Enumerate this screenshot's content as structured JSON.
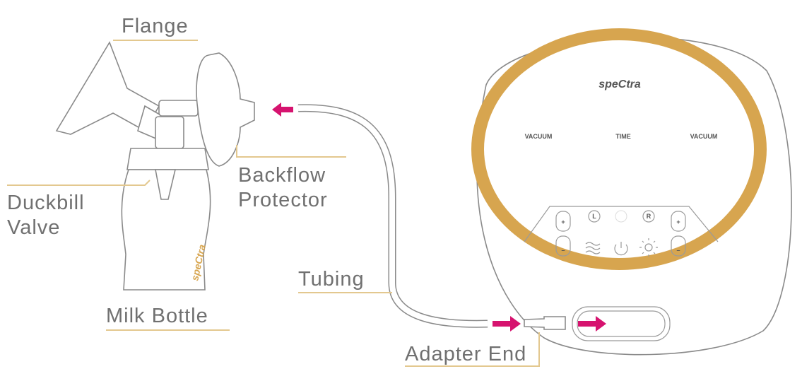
{
  "labels": {
    "flange": "Flange",
    "backflow": [
      "Backflow",
      "Protector"
    ],
    "duckbill": [
      "Duckbill",
      "Valve"
    ],
    "tubing": "Tubing",
    "milk_bottle": "Milk Bottle",
    "adapter_end": "Adapter End"
  },
  "pump": {
    "brand": "speCtra",
    "display_labels": [
      "VACUUM",
      "TIME",
      "VACUUM"
    ],
    "buttons": {
      "plus": "+",
      "minus": "–",
      "left": "L",
      "right": "R"
    }
  },
  "bottle_brand": "speCtra",
  "colors": {
    "ring": "#d7a54f",
    "arrow": "#d6136f",
    "label": "#707070",
    "underline": "#e3c88f"
  }
}
